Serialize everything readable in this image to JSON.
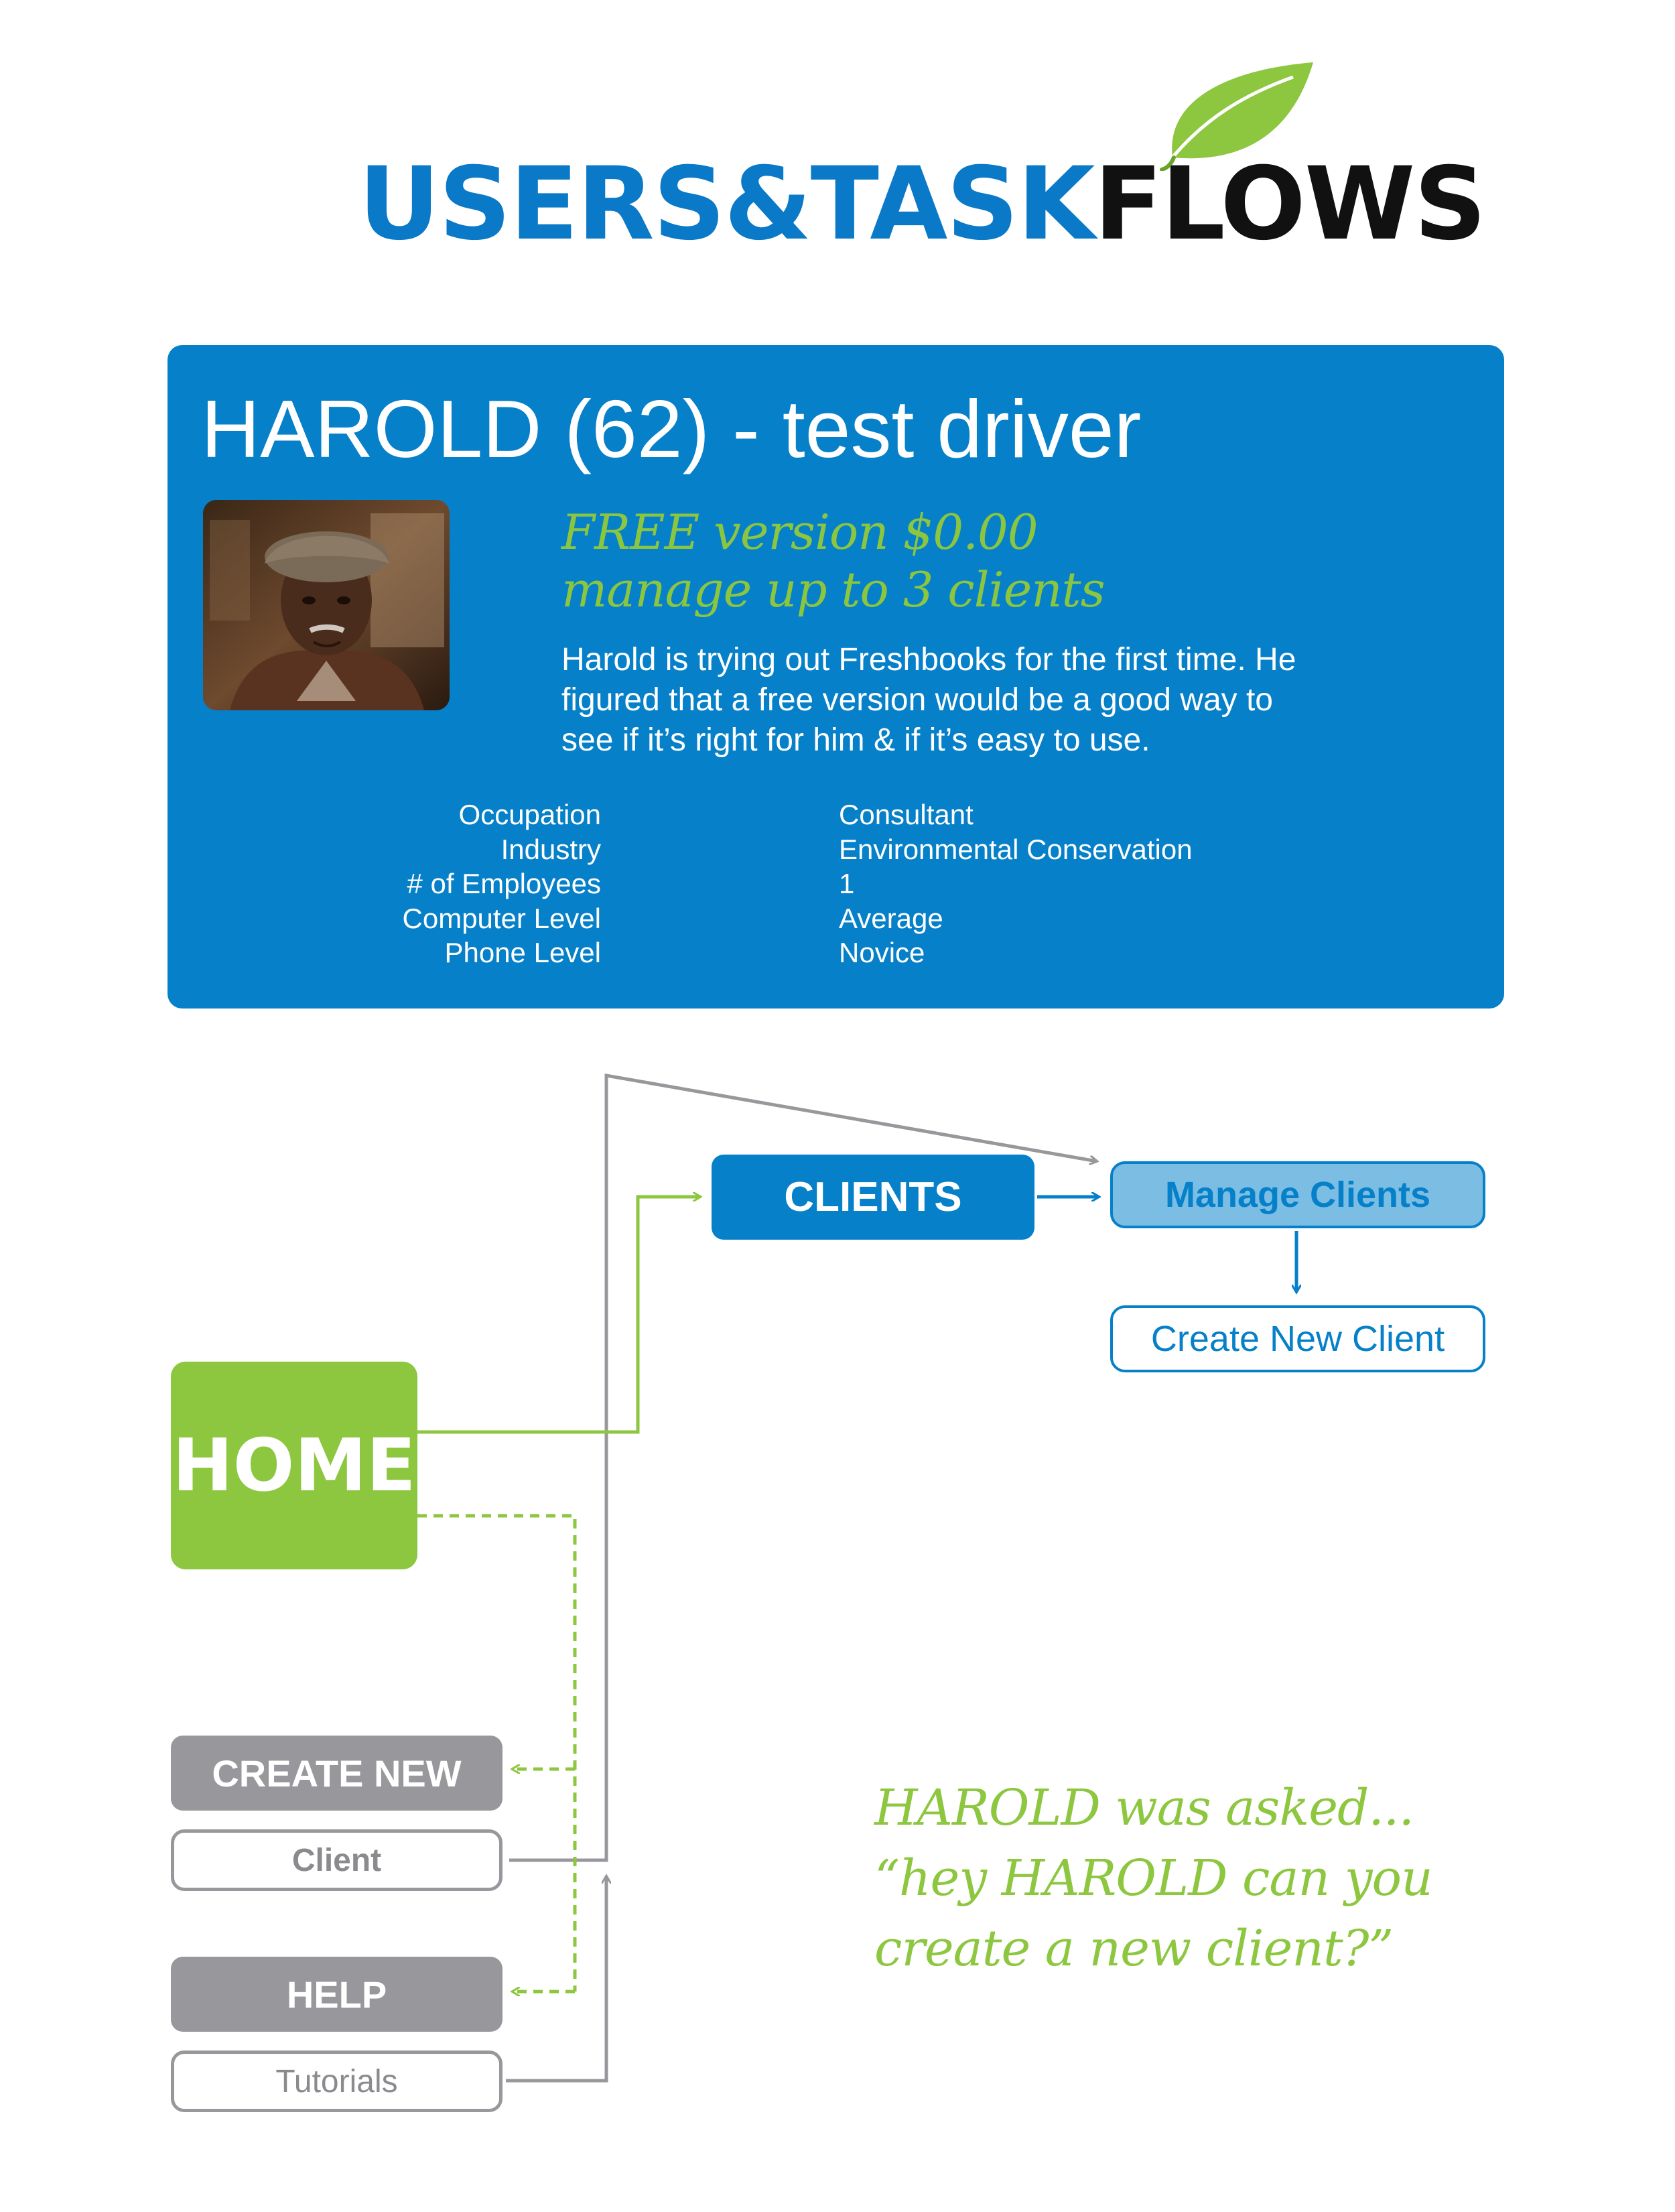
{
  "header": {
    "title_part1": "USERS&TASK",
    "title_part2": "FLOWS"
  },
  "persona": {
    "title": "HAROLD (62) - test driver",
    "plan_line1": "FREE version $0.00",
    "plan_line2": "manage up to 3 clients",
    "description": [
      "Harold is trying out Freshbooks for the first time. He",
      "figured that a free version would be a good way to",
      "see if it’s right for him & if it’s easy to use."
    ],
    "stats": [
      {
        "label": "Occupation",
        "value": "Consultant"
      },
      {
        "label": "Industry",
        "value": "Environmental Conservation"
      },
      {
        "label": "# of Employees",
        "value": "1"
      },
      {
        "label": "Computer Level",
        "value": "Average"
      },
      {
        "label": "Phone Level",
        "value": "Novice"
      }
    ]
  },
  "flow": {
    "clients": "CLIENTS",
    "manage_clients": "Manage Clients",
    "create_new_client": "Create New Client",
    "home": "HOME",
    "create_new": "CREATE NEW",
    "client": "Client",
    "help": "HELP",
    "tutorials": "Tutorials"
  },
  "note": {
    "line1": "HAROLD was asked...",
    "line2": "“hey HAROLD can you",
    "line3": "create a new client?”"
  },
  "colors": {
    "brand_blue": "#0680c9",
    "brand_green": "#8dc63f",
    "neutral_gray": "#98989c",
    "light_blue": "#7bbde3"
  }
}
